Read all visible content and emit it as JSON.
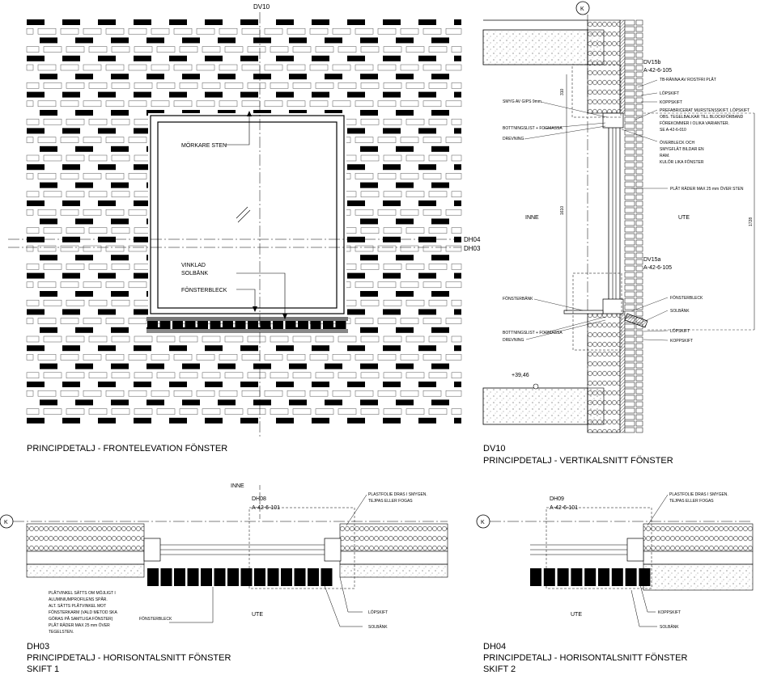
{
  "elevation": {
    "section_mark_top": "DV10",
    "section_mark_right_1": "DH04",
    "section_mark_right_2": "DH03",
    "label_darker_stone": "MÖRKARE STEN",
    "label_sill_1": "VINKLAD",
    "label_sill_2": "SOLBÄNK",
    "label_flashing": "FÖNSTERBLECK",
    "caption": "PRINCIPDETALJ - FRONTELEVATION FÖNSTER"
  },
  "vertical_section": {
    "grid_mark": "K",
    "ref_top_id": "DV15b",
    "ref_top_code": "A-42-6-105",
    "ref_bottom_id": "DV15a",
    "ref_bottom_code": "A-42-6-105",
    "left_notes": [
      "SMYG AV GIPS 9mm",
      "BOTTNINGSLIST + FOGMASSA",
      "DREVNING",
      "FÖNSTERBÄNK",
      "BOTTNINGSLIST + FOGMASSA",
      "DREVNING"
    ],
    "right_notes": [
      "TB-RÄNNA AV ROSTFRI PLÅT",
      "LÖPSKIFT",
      "KOPPSKIFT",
      "PREFABRICERAT MURSTENSSKIFT. LÖPSKIFT",
      "OBS. TEGELBALKAR TILL BLOCKFÖRBAND",
      "FÖREKOMMER I OLIKA VARIANTER.",
      "SE A-42-6-010",
      "ÖVERBLECK OCH",
      "SMYGFLÄT BILDAR EN",
      "RAM.",
      "KULÖR LIKA FÖNSTER",
      "PLÅT RÄDER MAX 25 mm ÖVER STEN",
      "FÖNSTERBLECK",
      "SOLBÄNK",
      "LÖPSKIFT",
      "KOPPSKIFT"
    ],
    "inside_label": "INNE",
    "outside_label": "UTE",
    "dim_1": "310",
    "dim_2": "1610",
    "dim_3": "1728",
    "level": "+39,46",
    "caption_id": "DV10",
    "caption": "PRINCIPDETALJ - VERTIKALSNITT FÖNSTER"
  },
  "h_section_1": {
    "grid_mark": "K",
    "inside_label": "INNE",
    "ref_id": "DH08",
    "ref_code": "A-42-6-101",
    "note_foil": [
      "PLASTFOLIE DRAS I SMYGEN.",
      "TEJPAS ELLER FOGAS"
    ],
    "note_left": [
      "PLÅTVINKEL SÄTTS OM MÖJLIGT I",
      "ALUMINIUMPROFILENS SPÅR.",
      "ALT. SÄTTS PLÅTVINKEL MOT",
      "FÖNSTERKARM (VALD METOD SKA",
      "GÖRAS PÅ SAMTLIGA FÖNSTER)",
      "PLÅT RÄDER MAX 25 mm ÖVER",
      "TEGELSTEN."
    ],
    "label_flashing": "FÖNSTERBLECK",
    "outside_label": "UTE",
    "label_course": "LÖPSKIFT",
    "label_sill": "SOLBÄNK",
    "caption_id": "DH03",
    "caption_1": "PRINCIPDETALJ - HORISONTALSNITT FÖNSTER",
    "caption_2": "SKIFT 1"
  },
  "h_section_2": {
    "grid_mark": "K",
    "ref_id": "DH09",
    "ref_code": "A-42-6-101",
    "note_foil": [
      "PLASTFOLIE DRAS I SMYGEN.",
      "TEJPAS ELLER FOGAS"
    ],
    "outside_label": "UTE",
    "label_course": "KOPPSKIFT",
    "label_sill": "SOLBÄNK",
    "caption_id": "DH04",
    "caption_1": "PRINCIPDETALJ - HORISONTALSNITT FÖNSTER",
    "caption_2": "SKIFT 2"
  }
}
